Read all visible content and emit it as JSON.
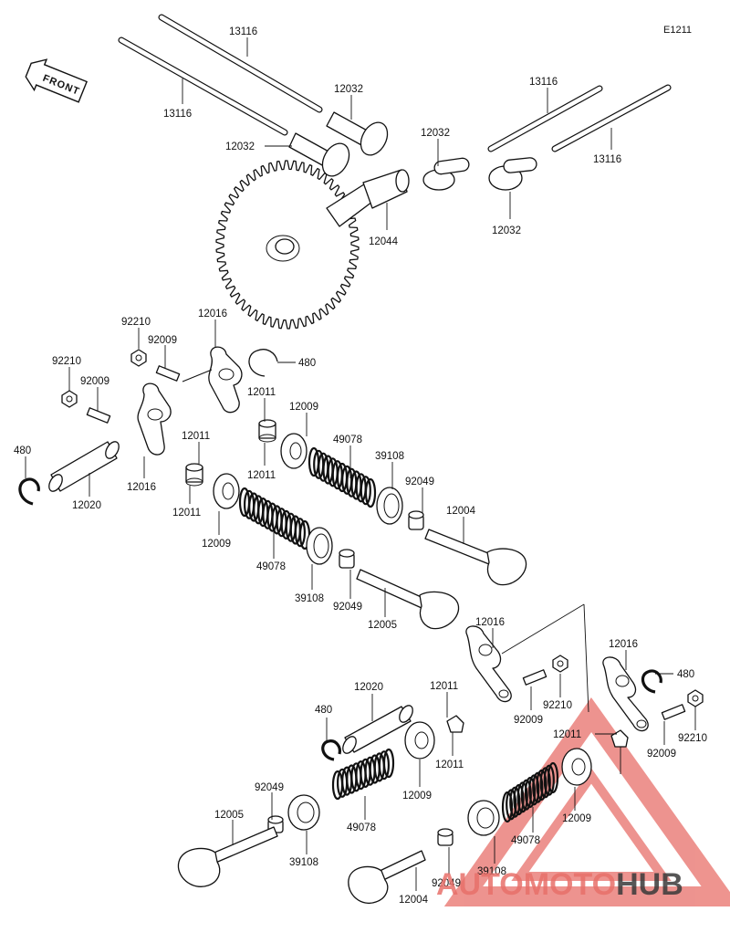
{
  "diagram_code": "E1211",
  "front_label": "FRONT",
  "watermark": {
    "part1": "AUTO",
    "part2": "MOTO",
    "part3": "HUB",
    "color_primary": "#e8706a",
    "color_dark": "#3a3a3a"
  },
  "labels": {
    "l01": "13116",
    "l02": "13116",
    "l03": "12032",
    "l04": "12032",
    "l05": "12032",
    "l06": "12032",
    "l07": "13116",
    "l08": "13116",
    "l09": "12044",
    "l10": "92210",
    "l11": "92009",
    "l12": "12016",
    "l13": "480",
    "l14": "92210",
    "l15": "92009",
    "l16": "12011",
    "l17": "12009",
    "l18": "480",
    "l19": "12016",
    "l20": "12011",
    "l21": "49078",
    "l22": "39108",
    "l23": "12020",
    "l24": "12011",
    "l25": "92049",
    "l26": "12011",
    "l27": "12004",
    "l28": "12009",
    "l29": "49078",
    "l30": "39108",
    "l31": "92049",
    "l32": "12005",
    "l33": "12016",
    "l34": "12016",
    "l35": "480",
    "l36": "12020",
    "l37": "12011",
    "l38": "92009",
    "l39": "92210",
    "l40": "480",
    "l41": "92009",
    "l42": "92210",
    "l43": "12011",
    "l44": "12011",
    "l45": "92049",
    "l46": "12009",
    "l47": "12009",
    "l48": "12005",
    "l49": "49078",
    "l50": "49078",
    "l51": "39108",
    "l52": "39108",
    "l53": "92049",
    "l54": "12004"
  }
}
